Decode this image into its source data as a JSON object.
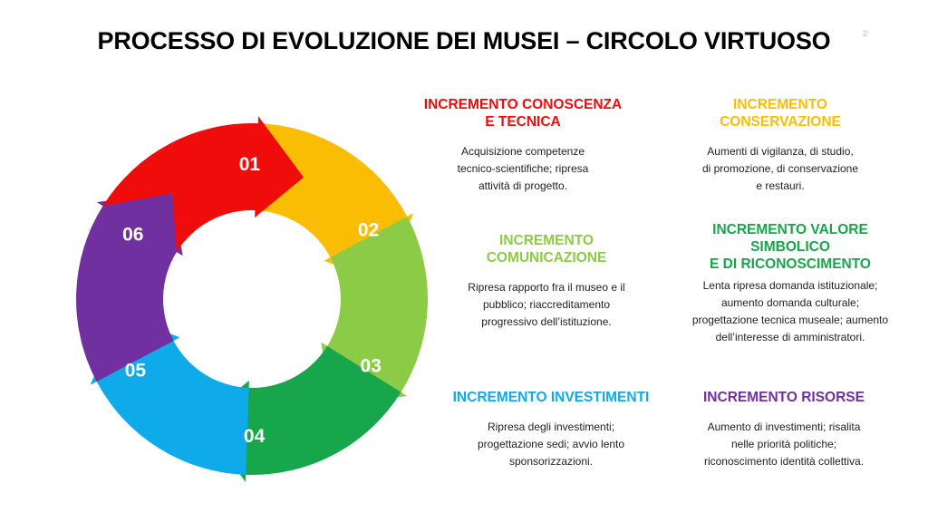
{
  "title": "PROCESSO DI EVOLUZIONE DEI MUSEI – CIRCOLO VIRTUOSO",
  "slide_number": "2",
  "steps": [
    {
      "number": "01",
      "color": "#f10c0c",
      "heading": "INCREMENTO CONOSCENZA\nE TECNICA",
      "text": "Acquisizione competenze\ntecnico-scientifiche; ripresa\nattività di progetto."
    },
    {
      "number": "02",
      "color": "#fbbd04",
      "heading": "INCREMENTO\nCONSERVAZIONE",
      "text": "Aumenti di vigilanza, di studio,\ndi promozione, di conservazione\ne restauri."
    },
    {
      "number": "03",
      "color": "#8ccb45",
      "heading": "INCREMENTO\nCOMUNICAZIONE",
      "text": "Ripresa rapporto fra il museo e il\npubblico; riaccreditamento\nprogressivo dell’istituzione."
    },
    {
      "number": "04",
      "color": "#17a64b",
      "heading": "INCREMENTO VALORE\nSIMBOLICO\nE DI RICONOSCIMENTO",
      "text": "Lenta ripresa domanda istituzionale;\naumento domanda culturale;\nprogettazione tecnica museale; aumento\ndell’interesse di amministratori."
    },
    {
      "number": "05",
      "color": "#0eaaea",
      "heading": "INCREMENTO INVESTIMENTI",
      "text": "Ripresa degli investimenti;\nprogettazione sedi; avvio lento\nsponsorizzazioni."
    },
    {
      "number": "06",
      "color": "#7030a0",
      "heading": "INCREMENTO RISORSE",
      "text": "Aumento di investimenti; risalita\nnelle priorità politiche;\nriconoscimento identità collettiva."
    }
  ]
}
